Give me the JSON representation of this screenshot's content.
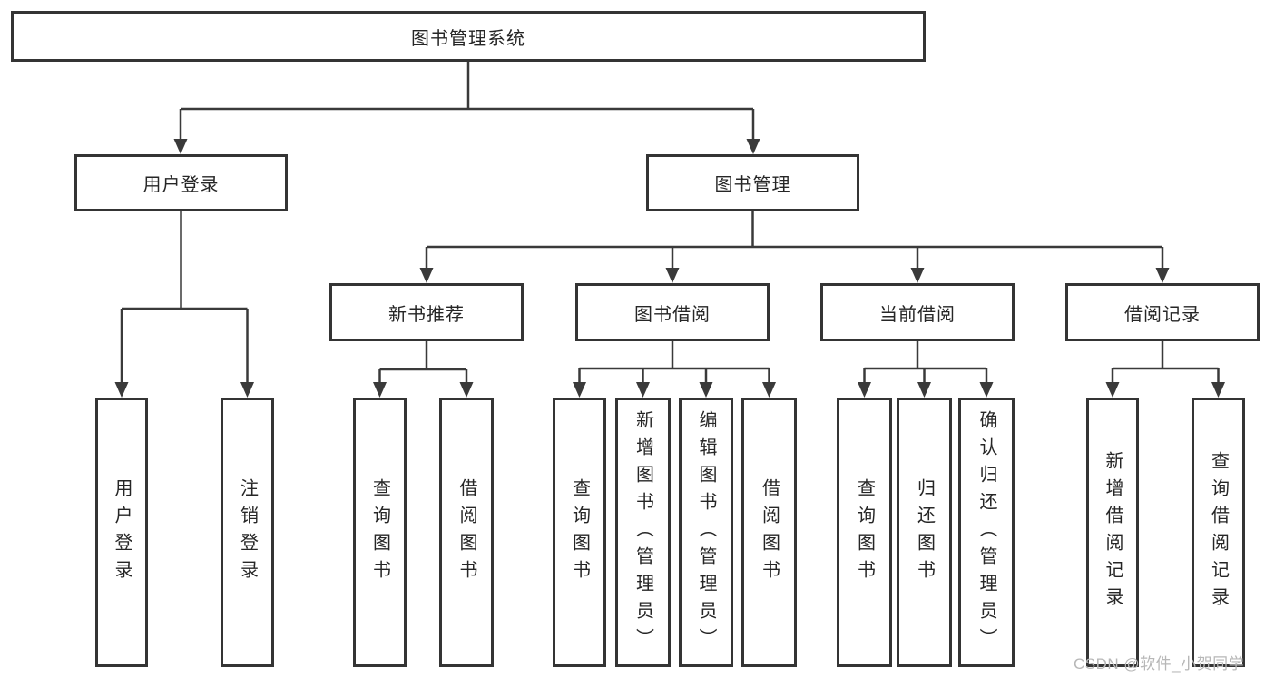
{
  "tree": {
    "label": "图书管理系统",
    "children": [
      {
        "label": "用户登录",
        "children": [
          {
            "label": "用户登录"
          },
          {
            "label": "注销登录"
          }
        ]
      },
      {
        "label": "图书管理",
        "children": [
          {
            "label": "新书推荐",
            "children": [
              {
                "label": "查询图书"
              },
              {
                "label": "借阅图书"
              }
            ]
          },
          {
            "label": "图书借阅",
            "children": [
              {
                "label": "查询图书"
              },
              {
                "label": "新增图书（管理员）"
              },
              {
                "label": "编辑图书（管理员）"
              },
              {
                "label": "借阅图书"
              }
            ]
          },
          {
            "label": "当前借阅",
            "children": [
              {
                "label": "查询图书"
              },
              {
                "label": "归还图书"
              },
              {
                "label": "确认归还（管理员）"
              }
            ]
          },
          {
            "label": "借阅记录",
            "children": [
              {
                "label": "新增借阅记录"
              },
              {
                "label": "查询借阅记录"
              }
            ]
          }
        ]
      }
    ]
  },
  "watermark": "CSDN @软件_小贺同学",
  "colors": {
    "background": "#ffffff",
    "box_fill": "#ffffff",
    "box_border": "#343434",
    "line": "#3a3a3a",
    "text": "#262626",
    "watermark": "#b7b7b7"
  }
}
